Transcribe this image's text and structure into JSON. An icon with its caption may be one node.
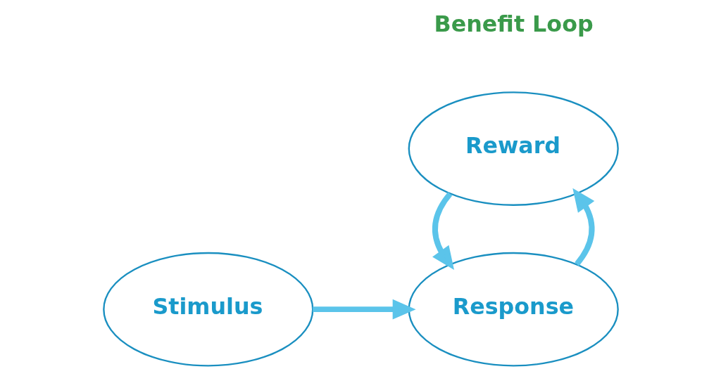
{
  "diagram": {
    "nodes": [
      {
        "text": [
          "Stimulus"
        ]
      },
      {
        "text": [
          "Response"
        ]
      },
      {
        "text": [
          "Reward"
        ]
      }
    ],
    "edges": [
      {
        "from": 0,
        "to": 1,
        "arrow": "to"
      },
      {
        "from": 1,
        "to": 2,
        "arrow": "to"
      },
      {
        "from": 2,
        "to": 1,
        "arrow": "to"
      }
    ],
    "labels": [
      "Benefit Loop"
    ]
  }
}
